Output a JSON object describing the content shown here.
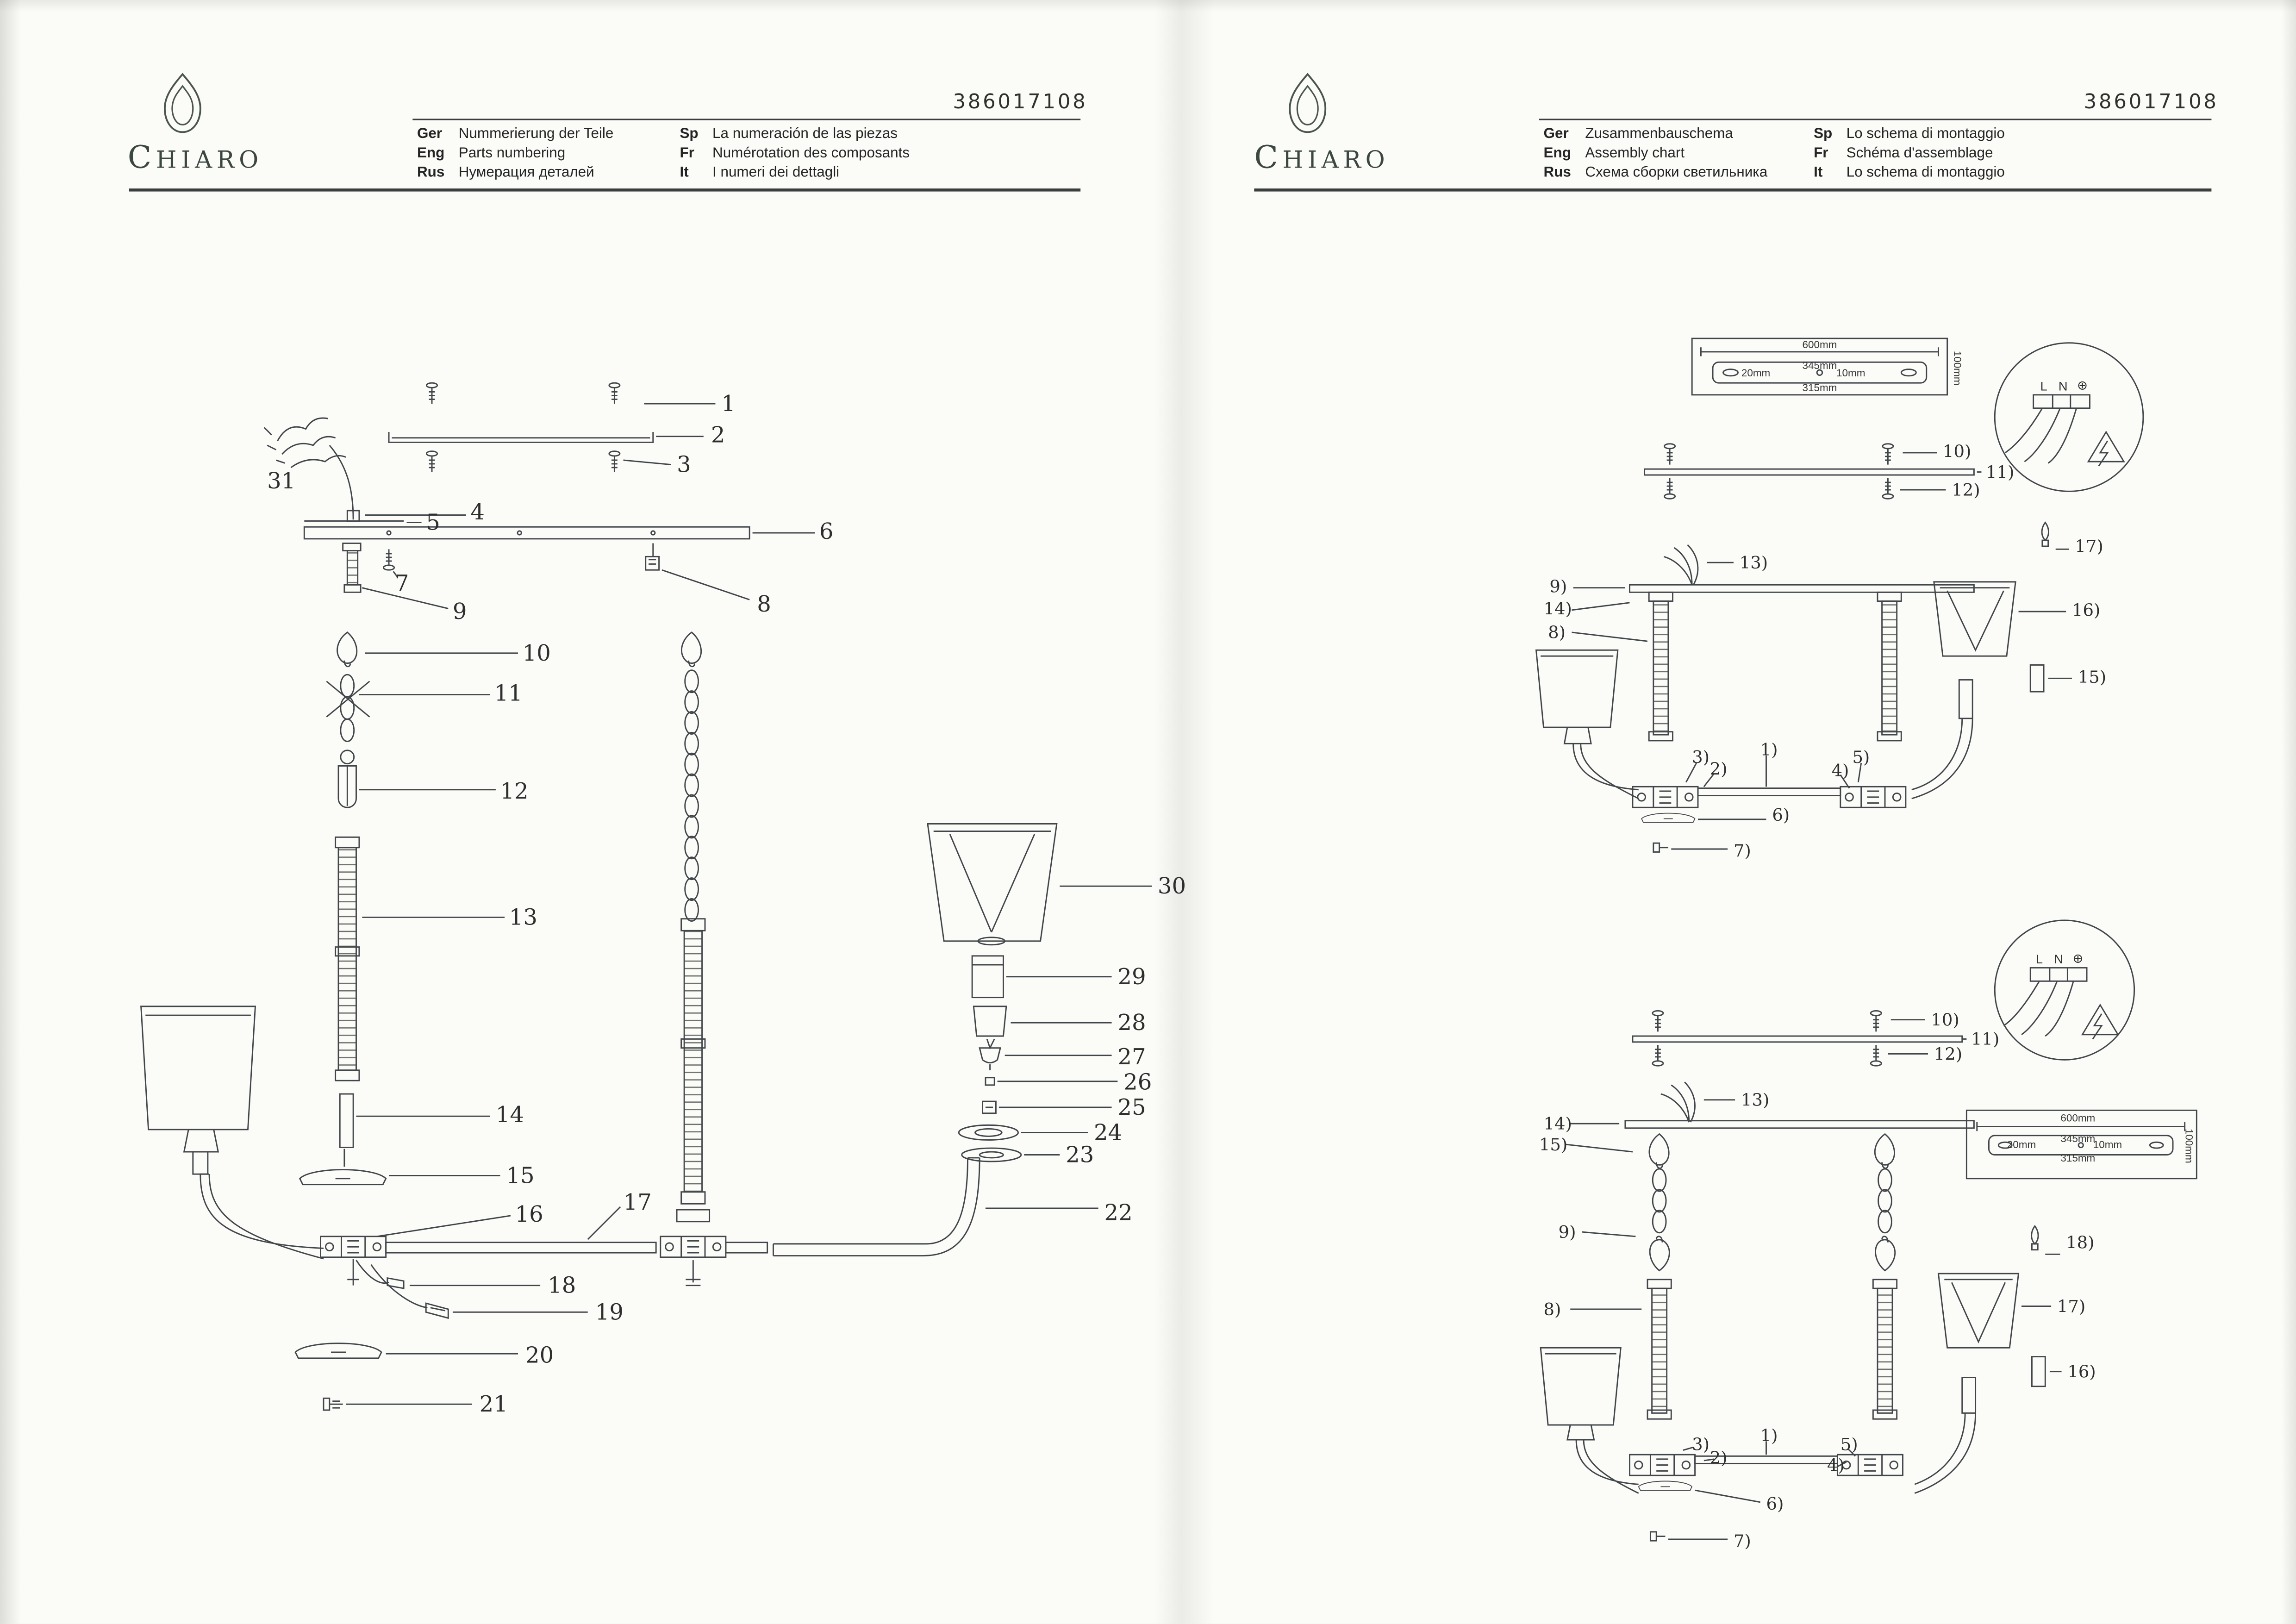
{
  "page_left": {
    "brand": "CHIARO",
    "code": "386017108",
    "header_rows_a": [
      {
        "tag": "Ger",
        "text": "Nummerierung der Teile"
      },
      {
        "tag": "Eng",
        "text": "Parts numbering"
      },
      {
        "tag": "Rus",
        "text": "Нумерация деталей"
      }
    ],
    "header_rows_b": [
      {
        "tag": "Sp",
        "text": "La numeración de las piezas"
      },
      {
        "tag": "Fr",
        "text": "Numérotation des composants"
      },
      {
        "tag": "It",
        "text": "I numeri dei dettagli"
      }
    ],
    "parts": {
      "p1": "1",
      "p2": "2",
      "p3": "3",
      "p4": "4",
      "p5": "5",
      "p6": "6",
      "p7": "7",
      "p8": "8",
      "p9": "9",
      "p10": "10",
      "p11": "11",
      "p12": "12",
      "p13": "13",
      "p14": "14",
      "p15": "15",
      "p16": "16",
      "p17": "17",
      "p18": "18",
      "p19": "19",
      "p20": "20",
      "p21": "21",
      "p22": "22",
      "p23": "23",
      "p24": "24",
      "p25": "25",
      "p26": "26",
      "p27": "27",
      "p28": "28",
      "p29": "29",
      "p30": "30",
      "p31": "31"
    }
  },
  "page_right": {
    "brand": "CHIARO",
    "code": "386017108",
    "header_rows_a": [
      {
        "tag": "Ger",
        "text": "Zusammenbauschema"
      },
      {
        "tag": "Eng",
        "text": "Assembly chart"
      },
      {
        "tag": "Rus",
        "text": "Схема сборки светильника"
      }
    ],
    "header_rows_b": [
      {
        "tag": "Sp",
        "text": "Lo schema di montaggio"
      },
      {
        "tag": "Fr",
        "text": "Schéma d'assemblage"
      },
      {
        "tag": "It",
        "text": "Lo schema di montaggio"
      }
    ],
    "wiring": {
      "l": "L",
      "n": "N",
      "earth": "⊕"
    },
    "dims": {
      "d600": "600mm",
      "d345": "345mm",
      "d20": "20mm",
      "d10": "10mm",
      "d315": "315mm",
      "d100": "100mm"
    },
    "callouts_top": {
      "c1": "1)",
      "c2": "2)",
      "c3": "3)",
      "c4": "4)",
      "c5": "5)",
      "c6": "6)",
      "c7": "7)",
      "c8": "8)",
      "c9": "9)",
      "c10": "10)",
      "c11": "11)",
      "c12": "12)",
      "c13": "13)",
      "c14": "14)",
      "c15": "15)",
      "c16": "16)",
      "c17": "17)"
    },
    "callouts_bottom": {
      "c1": "1)",
      "c2": "2)",
      "c3": "3)",
      "c4": "4)",
      "c5": "5)",
      "c6": "6)",
      "c7": "7)",
      "c8": "8)",
      "c9": "9)",
      "c10": "10)",
      "c11": "11)",
      "c12": "12)",
      "c13": "13)",
      "c14": "14)",
      "c15": "15)",
      "c16": "16)",
      "c17": "17)",
      "c18": "18)"
    }
  }
}
